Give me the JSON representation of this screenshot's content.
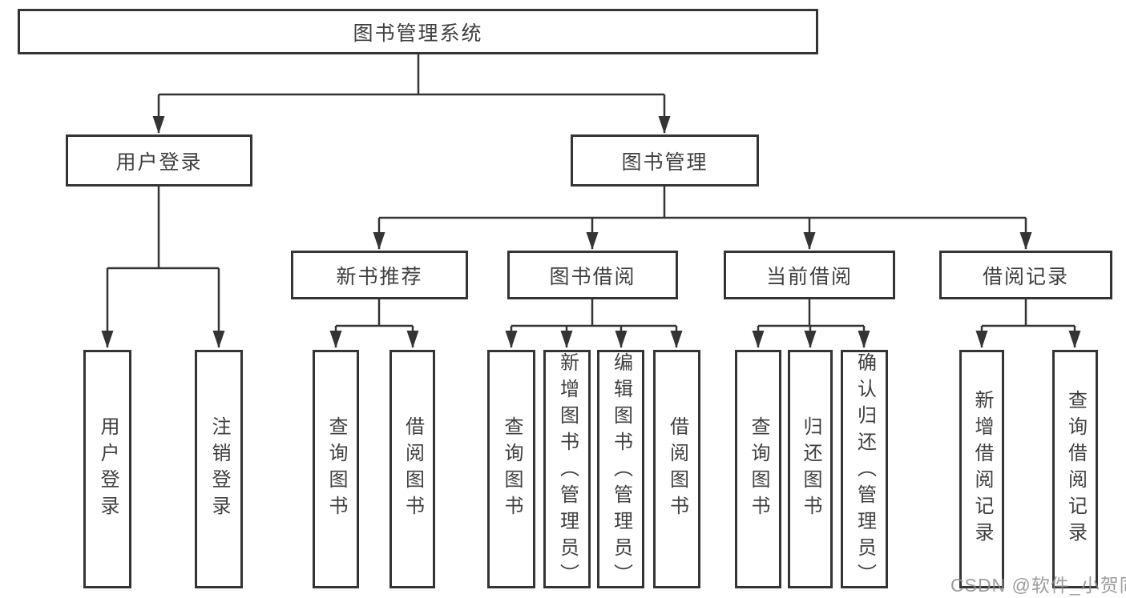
{
  "tree": {
    "label": "图书管理系统",
    "children": [
      {
        "label": "用户登录",
        "children": [
          {
            "label": "用户登录"
          },
          {
            "label": "注销登录"
          }
        ]
      },
      {
        "label": "图书管理",
        "children": [
          {
            "label": "新书推荐",
            "children": [
              {
                "label": "查询图书"
              },
              {
                "label": "借阅图书"
              }
            ]
          },
          {
            "label": "图书借阅",
            "children": [
              {
                "label": "查询图书"
              },
              {
                "label": "新增图书（管理员）"
              },
              {
                "label": "编辑图书（管理员）"
              },
              {
                "label": "借阅图书"
              }
            ]
          },
          {
            "label": "当前借阅",
            "children": [
              {
                "label": "查询图书"
              },
              {
                "label": "归还图书"
              },
              {
                "label": "确认归还（管理员）"
              }
            ]
          },
          {
            "label": "借阅记录",
            "children": [
              {
                "label": "新增借阅记录"
              },
              {
                "label": "查询借阅记录"
              }
            ]
          }
        ]
      }
    ]
  },
  "watermark": "CSDN @软件_小贺同学",
  "colors": {
    "line": "#343434",
    "border": "#343434",
    "text": "#3f3f3f",
    "background": "#ffffff",
    "watermark": "#8c8c8c"
  }
}
